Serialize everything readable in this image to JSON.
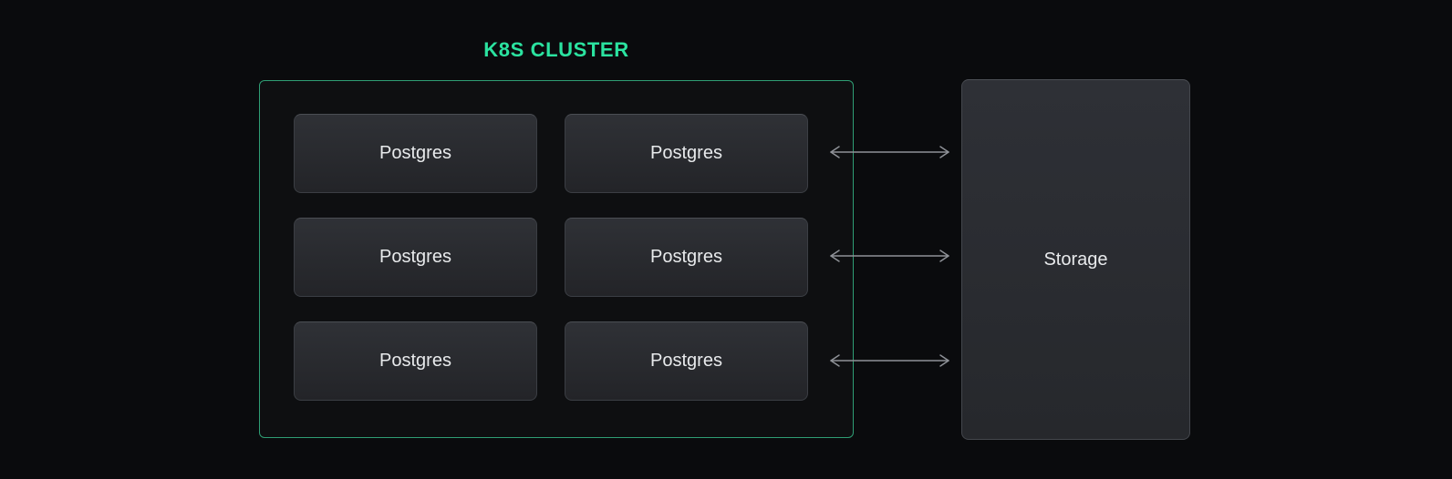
{
  "diagram": {
    "title": "K8S CLUSTER",
    "cluster": {
      "label": "K8S CLUSTER",
      "nodes": [
        {
          "label": "Postgres"
        },
        {
          "label": "Postgres"
        },
        {
          "label": "Postgres"
        },
        {
          "label": "Postgres"
        },
        {
          "label": "Postgres"
        },
        {
          "label": "Postgres"
        }
      ]
    },
    "storage": {
      "label": "Storage"
    },
    "connections": [
      {
        "type": "bidirectional",
        "from": "cluster",
        "to": "storage"
      },
      {
        "type": "bidirectional",
        "from": "cluster",
        "to": "storage"
      },
      {
        "type": "bidirectional",
        "from": "cluster",
        "to": "storage"
      }
    ],
    "colors": {
      "background": "#0a0b0d",
      "accent_green": "#2be3a0",
      "cluster_border": "#2f9e74",
      "node_fill_top": "#2f3136",
      "node_fill_bottom": "#232428",
      "node_border": "#3b3e44",
      "arrow": "#8f9298",
      "text": "#e8eaec"
    }
  }
}
